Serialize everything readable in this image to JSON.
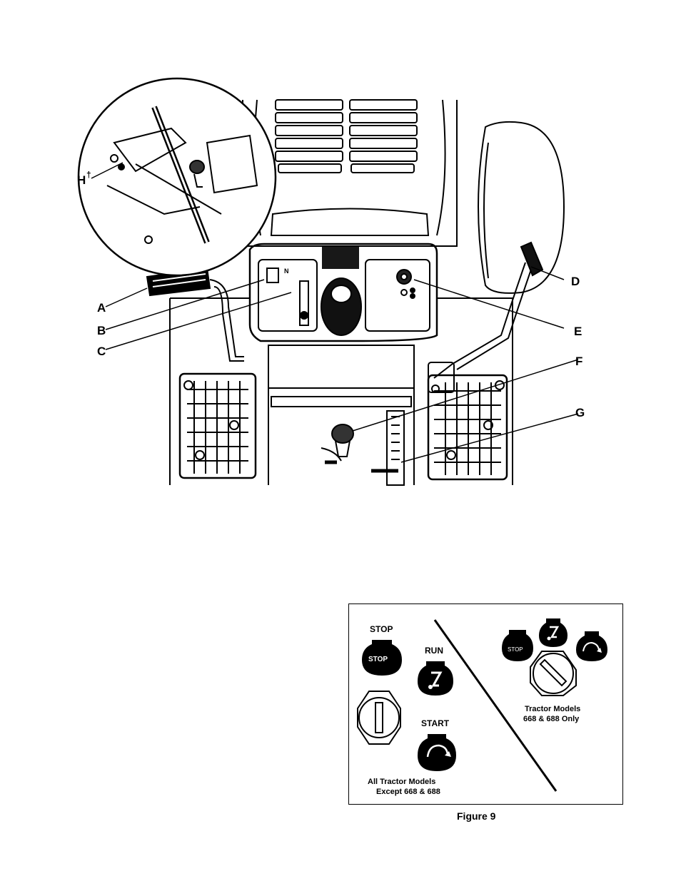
{
  "callouts": {
    "a": "A",
    "b": "B",
    "c": "C",
    "d": "D",
    "e": "E",
    "f": "F",
    "g": "G",
    "h": "H",
    "h_dagger": "†"
  },
  "panel_marks": {
    "n": "N"
  },
  "figure9": {
    "stop_label": "STOP",
    "stop_inner": "STOP",
    "run_label": "RUN",
    "start_label": "START",
    "left_caption_line1": "All Tractor Models",
    "left_caption_line2": "Except 668 & 688",
    "right_caption_line1": "Tractor Models",
    "right_caption_line2": "668 & 688 Only",
    "right_stop_inner": "STOP",
    "caption": "Figure 9"
  }
}
